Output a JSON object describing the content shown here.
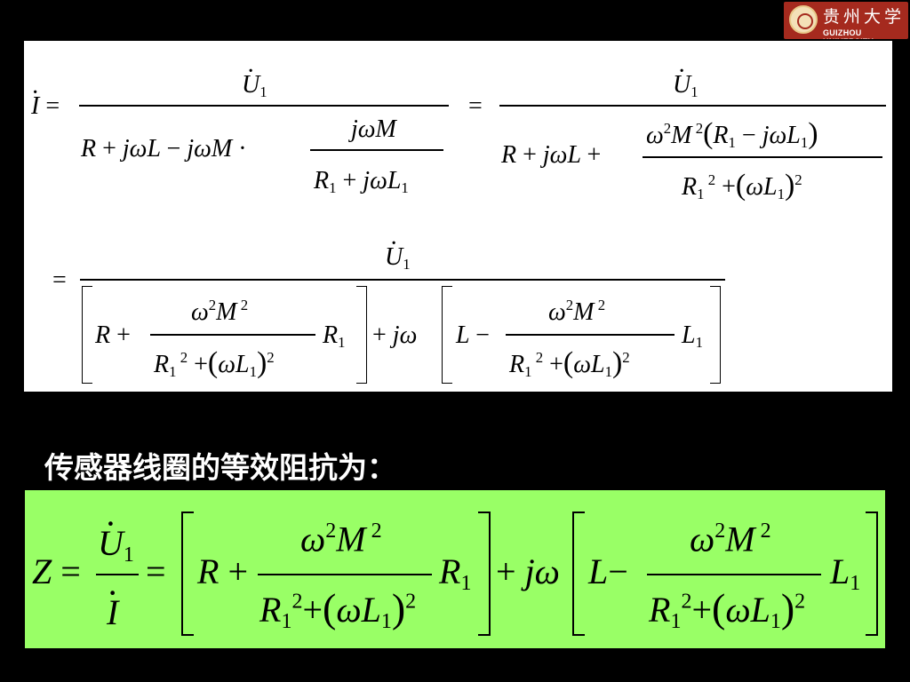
{
  "logo": {
    "name_cn": "贵州大学",
    "name_en": "GUIZHOU UNIVERSITY"
  },
  "heading": "传感器线圈的等效阻抗为："
}
